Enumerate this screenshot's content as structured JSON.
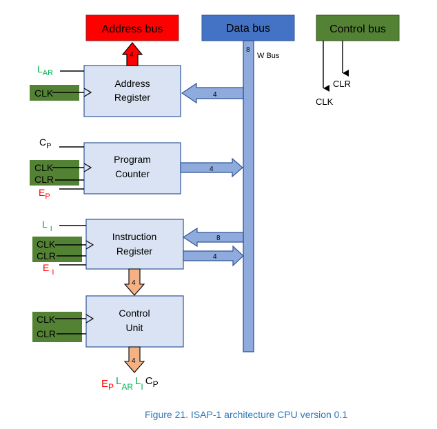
{
  "colors": {
    "address_bus_fill": "#ff0000",
    "data_bus_fill": "#4472c4",
    "control_bus_fill": "#548235",
    "block_fill": "#dae3f3",
    "bus_arrow_fill": "#8faadc",
    "bus_arrow_stroke": "#2f5597",
    "down_arrow_fill": "#f4b183",
    "clk_box_fill": "#548235",
    "load_signal": "#00b050",
    "enable_signal": "#ff0000",
    "caption": "#2e75b6"
  },
  "buses": {
    "address": "Address bus",
    "data": "Data bus",
    "control": "Control bus",
    "w_bus_label": "W Bus",
    "w_bus_width": "8"
  },
  "control_bus": {
    "clk": "CLK",
    "clr": "CLR"
  },
  "address_register": {
    "title_line1": "Address",
    "title_line2": "Register",
    "load": {
      "base": "L",
      "sub": "AR"
    },
    "clk": "CLK",
    "in_width": "4",
    "out_width": "4"
  },
  "program_counter": {
    "title_line1": "Program",
    "title_line2": "Counter",
    "count": {
      "base": "C",
      "sub": "P"
    },
    "clk": "CLK",
    "clr": "CLR",
    "enable": {
      "base": "E",
      "sub": "P"
    },
    "out_width": "4"
  },
  "instruction_register": {
    "title_line1": "Instruction",
    "title_line2": "Register",
    "load": {
      "base": "L",
      "sub": "I"
    },
    "clk": "CLK",
    "clr": "CLR",
    "enable": {
      "base": "E",
      "sub": "I"
    },
    "in_width": "8",
    "out_width": "4",
    "to_cu_width": "4"
  },
  "control_unit": {
    "title_line1": "Control",
    "title_line2": "Unit",
    "clk": "CLK",
    "clr": "CLR",
    "out_width": "4",
    "outputs": {
      "ep": {
        "base": "E",
        "sub": "P"
      },
      "lar": {
        "base": "L",
        "sub": "AR"
      },
      "li": {
        "base": "L",
        "sub": "I"
      },
      "cp": {
        "base": "C",
        "sub": "P"
      }
    }
  },
  "caption": "Figure 21.  ISAP-1 architecture CPU version 0.1"
}
